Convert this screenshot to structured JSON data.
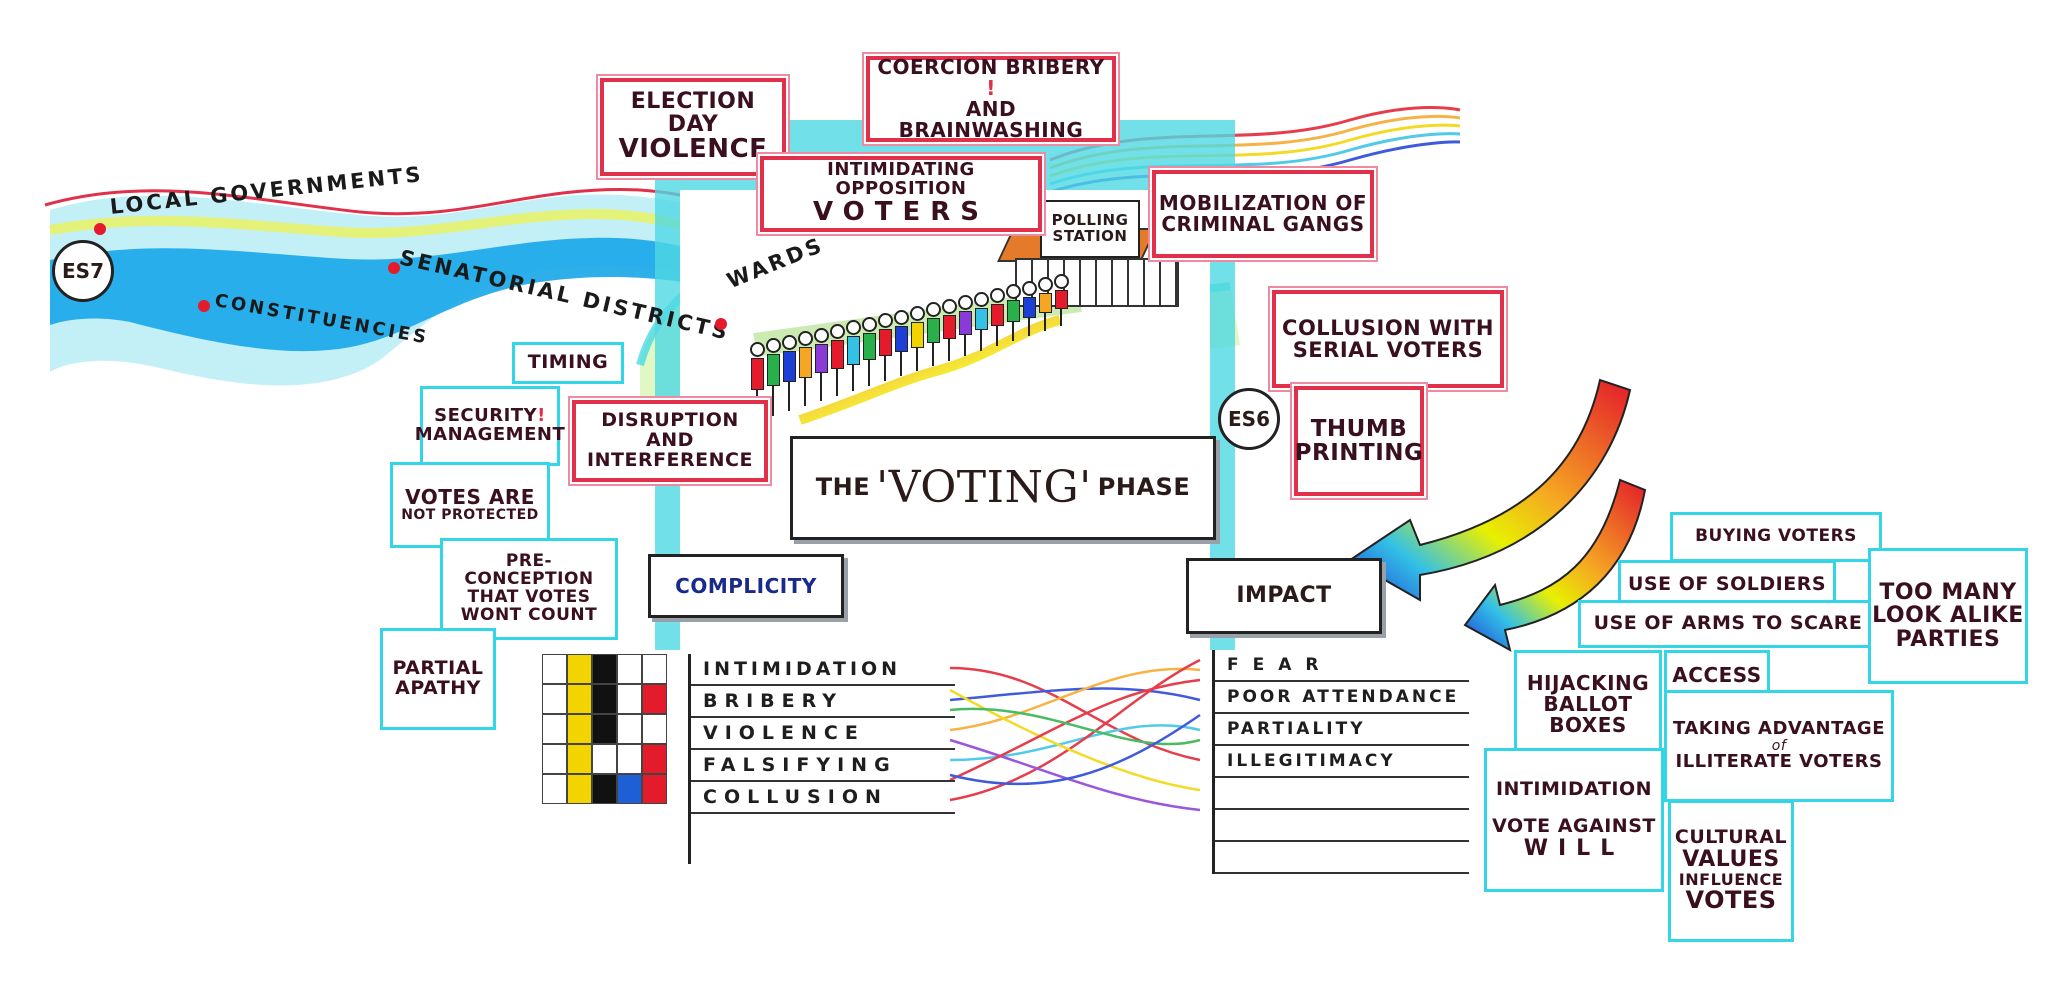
{
  "regions": {
    "local_governments": "LOCAL GOVERNMENTS",
    "constituencies": "CONSTITUENCIES",
    "senatorial_districts": "SENATORIAL DISTRICTS",
    "wards": "WARDS"
  },
  "markers": {
    "es7": "ES7",
    "es6": "ES6"
  },
  "building": {
    "label_line1": "POLLING",
    "label_line2": "STATION"
  },
  "top_boxes": {
    "election_day_violence": {
      "line1": "ELECTION DAY",
      "line2": "VIOLENCE"
    },
    "coercion": {
      "line1": "COERCION BRIBERY",
      "line2": "AND BRAINWASHING",
      "mark": "!"
    },
    "intimidating_opposition": {
      "line1": "INTIMIDATING OPPOSITION",
      "line2": "VOTERS"
    },
    "mobilization": {
      "line1": "MOBILIZATION OF",
      "line2": "CRIMINAL GANGS"
    },
    "collusion_serial": {
      "line1": "COLLUSION WITH",
      "line2": "SERIAL VOTERS"
    },
    "thumb_printing": {
      "line1": "THUMB",
      "line2": "PRINTING"
    },
    "disruption": {
      "line1": "DISRUPTION AND",
      "line2": "INTERFERENCE"
    }
  },
  "left_boxes": {
    "timing": "TIMING",
    "security": {
      "line1": "SECURITY",
      "line2": "MANAGEMENT",
      "mark": "!"
    },
    "votes_not_protected": {
      "line1": "VOTES ARE",
      "line2": "NOT PROTECTED"
    },
    "preconception": {
      "line1": "PRE-CONCEPTION",
      "line2": "THAT VOTES",
      "line3": "WONT COUNT"
    },
    "partial_apathy": {
      "line1": "PARTIAL",
      "line2": "APATHY"
    }
  },
  "title": {
    "prefix": "THE",
    "main": "'VOTING'",
    "suffix": "PHASE"
  },
  "complicity": {
    "header": "COMPLICITY",
    "rows": [
      "INTIMIDATION",
      "BRIBERY",
      "VIOLENCE",
      "FALSIFYING",
      "COLLUSION"
    ],
    "grid_colors": [
      [
        "#ffffff",
        "#f2d400",
        "#111111",
        "#ffffff",
        "#ffffff"
      ],
      [
        "#ffffff",
        "#f2d400",
        "#111111",
        "#ffffff",
        "#e31b2b"
      ],
      [
        "#ffffff",
        "#f2d400",
        "#111111",
        "#ffffff",
        "#ffffff"
      ],
      [
        "#ffffff",
        "#f2d400",
        "#ffffff",
        "#ffffff",
        "#e31b2b"
      ],
      [
        "#ffffff",
        "#f2d400",
        "#111111",
        "#1e5fd6",
        "#e31b2b"
      ]
    ]
  },
  "impact": {
    "header": "IMPACT",
    "rows": [
      "FEAR",
      "POOR ATTENDANCE",
      "PARTIALITY",
      "ILLEGITIMACY"
    ]
  },
  "right_boxes": {
    "buying_voters": "BUYING VOTERS",
    "use_of_soldiers": "USE OF SOLDIERS",
    "use_of_arms": "USE OF ARMS TO SCARE",
    "too_many_parties": {
      "line1": "TOO MANY",
      "line2": "LOOK ALIKE",
      "line3": "PARTIES"
    },
    "hijacking": {
      "line1": "HIJACKING",
      "line2": "BALLOT",
      "line3": "BOXES"
    },
    "access": "ACCESS",
    "taking_advantage": {
      "line1": "TAKING ADVANTAGE",
      "line2": "of",
      "line3": "ILLITERATE VOTERS"
    },
    "intimidation": "INTIMIDATION",
    "vote_against_will": {
      "line1": "VOTE AGAINST",
      "line2": "WILL"
    },
    "cultural_values": {
      "line1": "CULTURAL",
      "line2": "VALUES",
      "line3": "INFLUENCE",
      "line4": "VOTES"
    }
  },
  "colors": {
    "red_frame": "#e0304a",
    "cyan_frame": "#33d6e6",
    "river_blue": "#1aa3e8",
    "black": "#222222"
  }
}
